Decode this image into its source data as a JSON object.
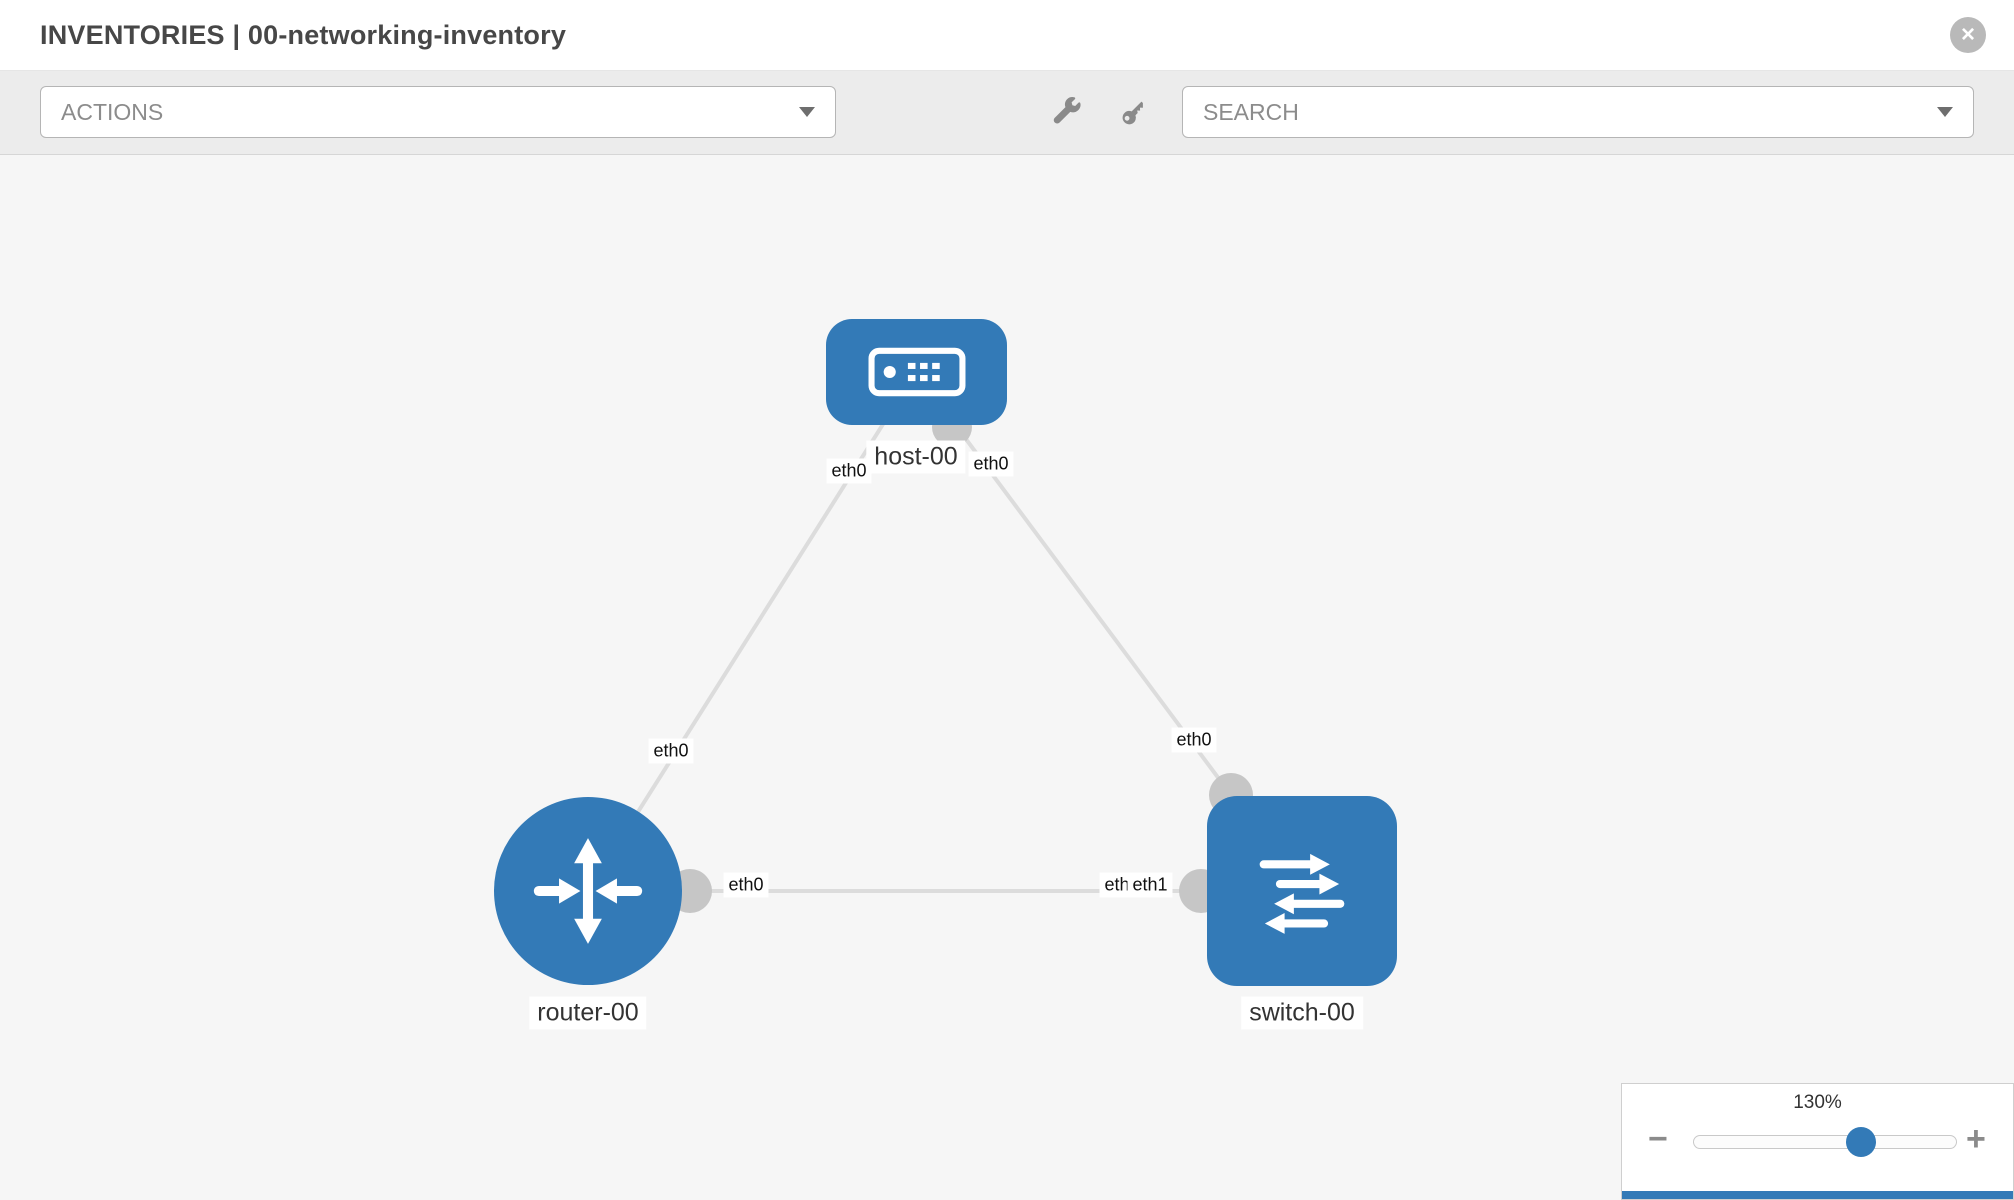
{
  "header": {
    "title": "INVENTORIES | 00-networking-inventory"
  },
  "toolbar": {
    "actions_label": "ACTIONS",
    "search_label": "SEARCH"
  },
  "icons": {
    "close_glyph": "×",
    "zoom_out_glyph": "−",
    "zoom_in_glyph": "+"
  },
  "topology": {
    "nodes": [
      {
        "id": "host-00",
        "type": "host",
        "label": "host-00"
      },
      {
        "id": "router-00",
        "type": "router",
        "label": "router-00"
      },
      {
        "id": "switch-00",
        "type": "switch",
        "label": "switch-00"
      }
    ],
    "links": [
      {
        "from": "host-00",
        "to": "router-00",
        "from_iface": "eth0",
        "to_iface": "eth0"
      },
      {
        "from": "host-00",
        "to": "switch-00",
        "from_iface": "eth0",
        "to_iface": "eth0"
      },
      {
        "from": "router-00",
        "to": "switch-00",
        "from_iface": "eth0",
        "to_iface": "eth1",
        "to_iface_behind": "eth0"
      }
    ]
  },
  "zoom": {
    "level": "130%"
  },
  "colors": {
    "node_blue": "#337ab7",
    "link_gray": "#dcdcdc",
    "endpoint_gray": "#c6c6c6",
    "canvas_bg": "#f6f6f6"
  }
}
